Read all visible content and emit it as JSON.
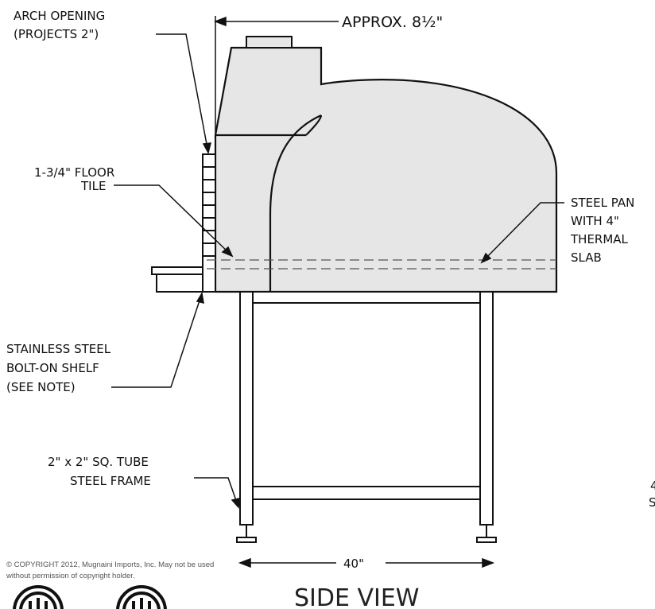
{
  "labels": {
    "arch_opening": [
      "ARCH OPENING",
      "(PROJECTS 2\")"
    ],
    "approx": "APPROX. 8½\"",
    "floor_tile": [
      "1-3/4\" FLOOR",
      "TILE"
    ],
    "steel_pan": [
      "STEEL PAN",
      "WITH 4\"",
      "THERMAL",
      "SLAB"
    ],
    "shelf": [
      "STAINLESS STEEL",
      "BOLT-ON SHELF",
      "(SEE NOTE)"
    ],
    "frame": [
      "2\" x 2\" SQ. TUBE",
      "STEEL FRAME"
    ],
    "width": "40\"",
    "title": "SIDE VIEW",
    "cut_off": [
      "4",
      "S"
    ]
  },
  "copyright": "© COPYRIGHT 2012, Mugnaini Imports, Inc. May not be used without permission of copyright holder.",
  "icons": [
    "ul-listing-mark-icon",
    "ul-listing-mark-icon"
  ]
}
